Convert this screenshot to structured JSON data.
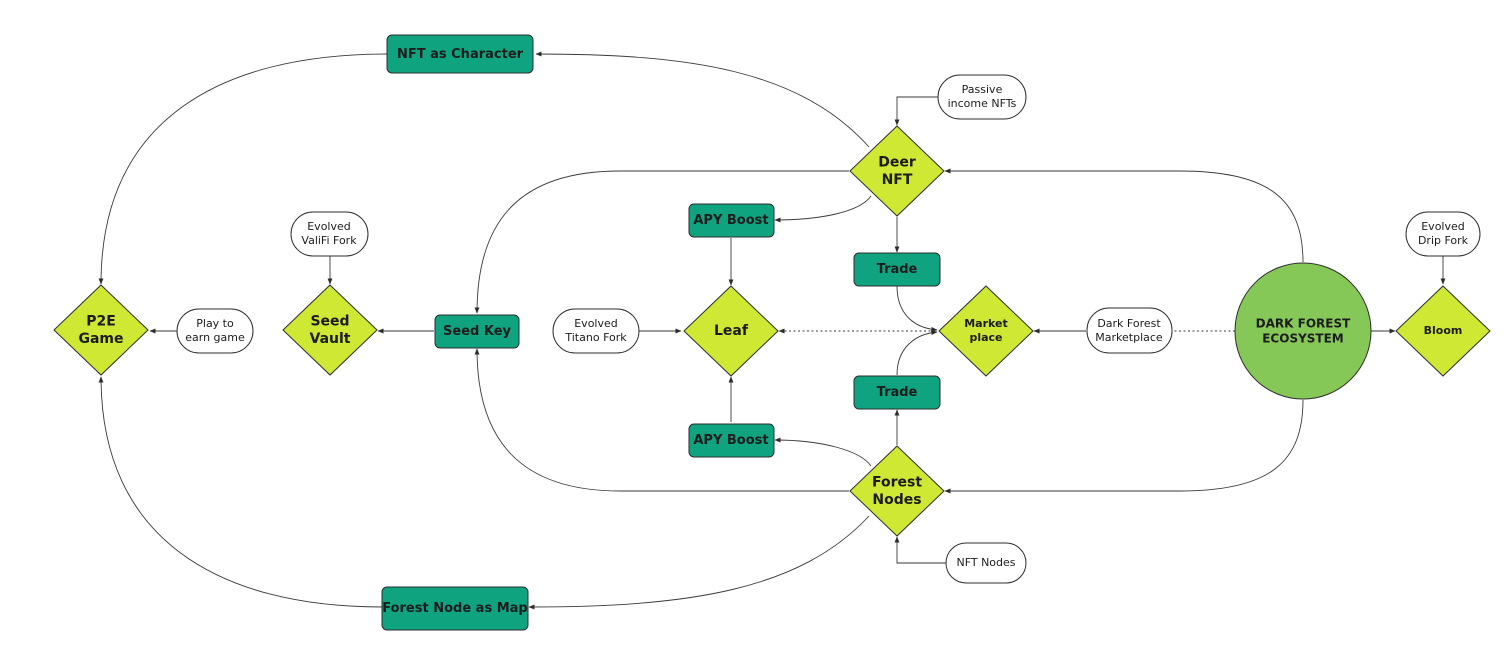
{
  "nodes": {
    "nft_as_character": {
      "label": [
        "NFT as Character"
      ]
    },
    "passive_income_nfts": {
      "label": [
        "Passive",
        "income NFTs"
      ]
    },
    "deer_nft": {
      "label": [
        "Deer",
        "NFT"
      ]
    },
    "apy_boost_top": {
      "label": [
        "APY Boost"
      ]
    },
    "trade_top": {
      "label": [
        "Trade"
      ]
    },
    "evolved_valifi_fork": {
      "label": [
        "Evolved",
        "ValiFi Fork"
      ]
    },
    "evolved_drip_fork": {
      "label": [
        "Evolved",
        "Drip Fork"
      ]
    },
    "p2e_game": {
      "label": [
        "P2E",
        "Game"
      ]
    },
    "play_to_earn_game": {
      "label": [
        "Play to",
        "earn game"
      ]
    },
    "seed_vault": {
      "label": [
        "Seed",
        "Vault"
      ]
    },
    "seed_key": {
      "label": [
        "Seed Key"
      ]
    },
    "evolved_titano_fork": {
      "label": [
        "Evolved",
        "Titano Fork"
      ]
    },
    "leaf": {
      "label": [
        "Leaf"
      ]
    },
    "marketplace": {
      "label": [
        "Market",
        "place"
      ]
    },
    "dark_forest_marketplace": {
      "label": [
        "Dark Forest",
        "Marketplace"
      ]
    },
    "dark_forest_ecosystem": {
      "label": [
        "DARK FOREST",
        "ECOSYSTEM"
      ]
    },
    "bloom": {
      "label": [
        "Bloom"
      ]
    },
    "trade_bottom": {
      "label": [
        "Trade"
      ]
    },
    "apy_boost_bottom": {
      "label": [
        "APY Boost"
      ]
    },
    "forest_nodes": {
      "label": [
        "Forest",
        "Nodes"
      ]
    },
    "nft_nodes": {
      "label": [
        "NFT Nodes"
      ]
    },
    "forest_node_as_map": {
      "label": [
        "Forest Node as Map"
      ]
    }
  },
  "colors": {
    "rect_fill": "#0fa37f",
    "diamond_fill": "#cfe834",
    "circle_fill": "#86c858",
    "pill_fill": "#ffffff",
    "stroke": "#2d2d2d"
  }
}
